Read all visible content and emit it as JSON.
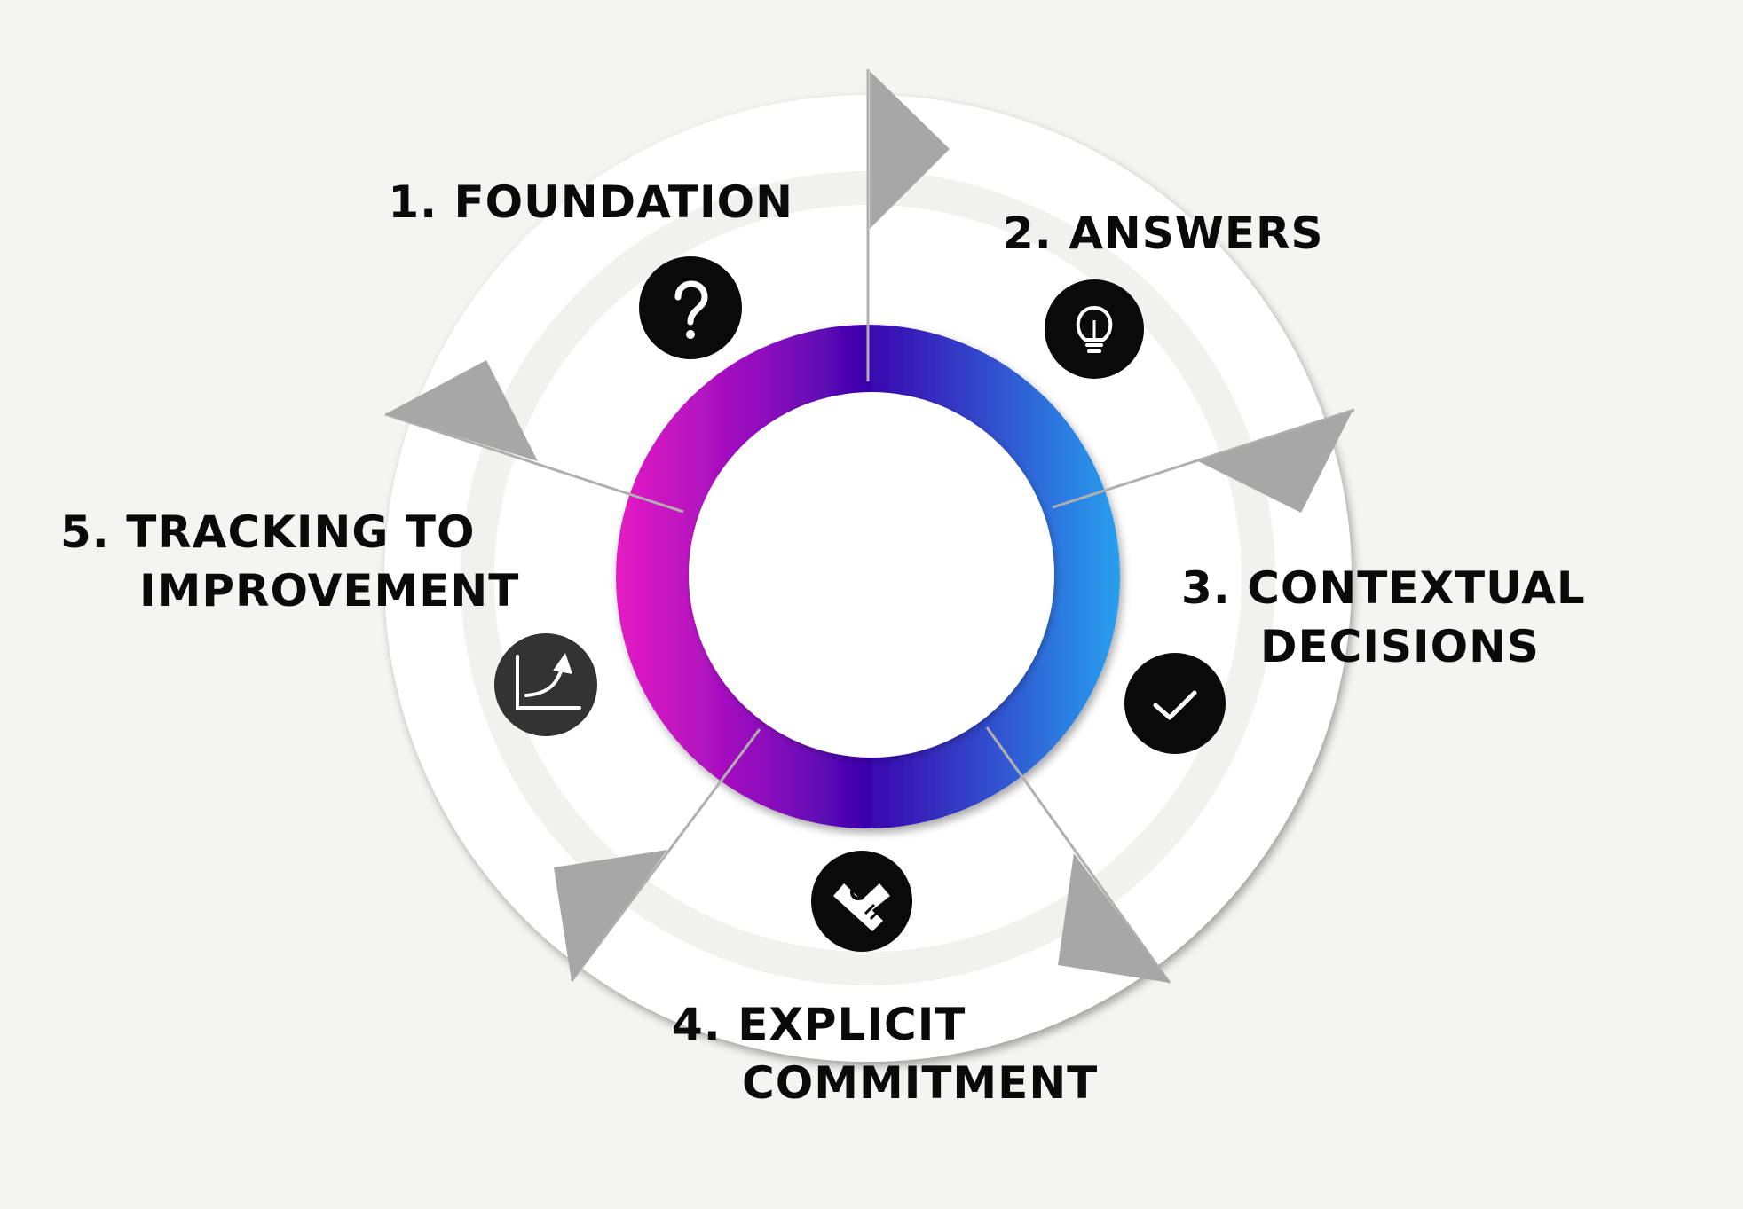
{
  "diagram": {
    "colors": {
      "background": "#f4f4f2",
      "outer_ring": "#ffffff",
      "flag": "#a7a7a7",
      "icon_bg": "#0a0a0a",
      "gradient": [
        "#e019c2",
        "#3a04ae",
        "#2a9bea"
      ]
    },
    "steps": [
      {
        "label_lines": [
          "1. FOUNDATION"
        ],
        "icon": "question-mark-icon"
      },
      {
        "label_lines": [
          "2. ANSWERS"
        ],
        "icon": "lightbulb-icon"
      },
      {
        "label_lines": [
          "3. CONTEXTUAL",
          "DECISIONS"
        ],
        "icon": "checkmark-icon"
      },
      {
        "label_lines": [
          "4. EXPLICIT",
          "COMMITMENT"
        ],
        "icon": "handshake-icon"
      },
      {
        "label_lines": [
          "5. TRACKING TO",
          "IMPROVEMENT"
        ],
        "icon": "growth-chart-icon"
      }
    ]
  }
}
